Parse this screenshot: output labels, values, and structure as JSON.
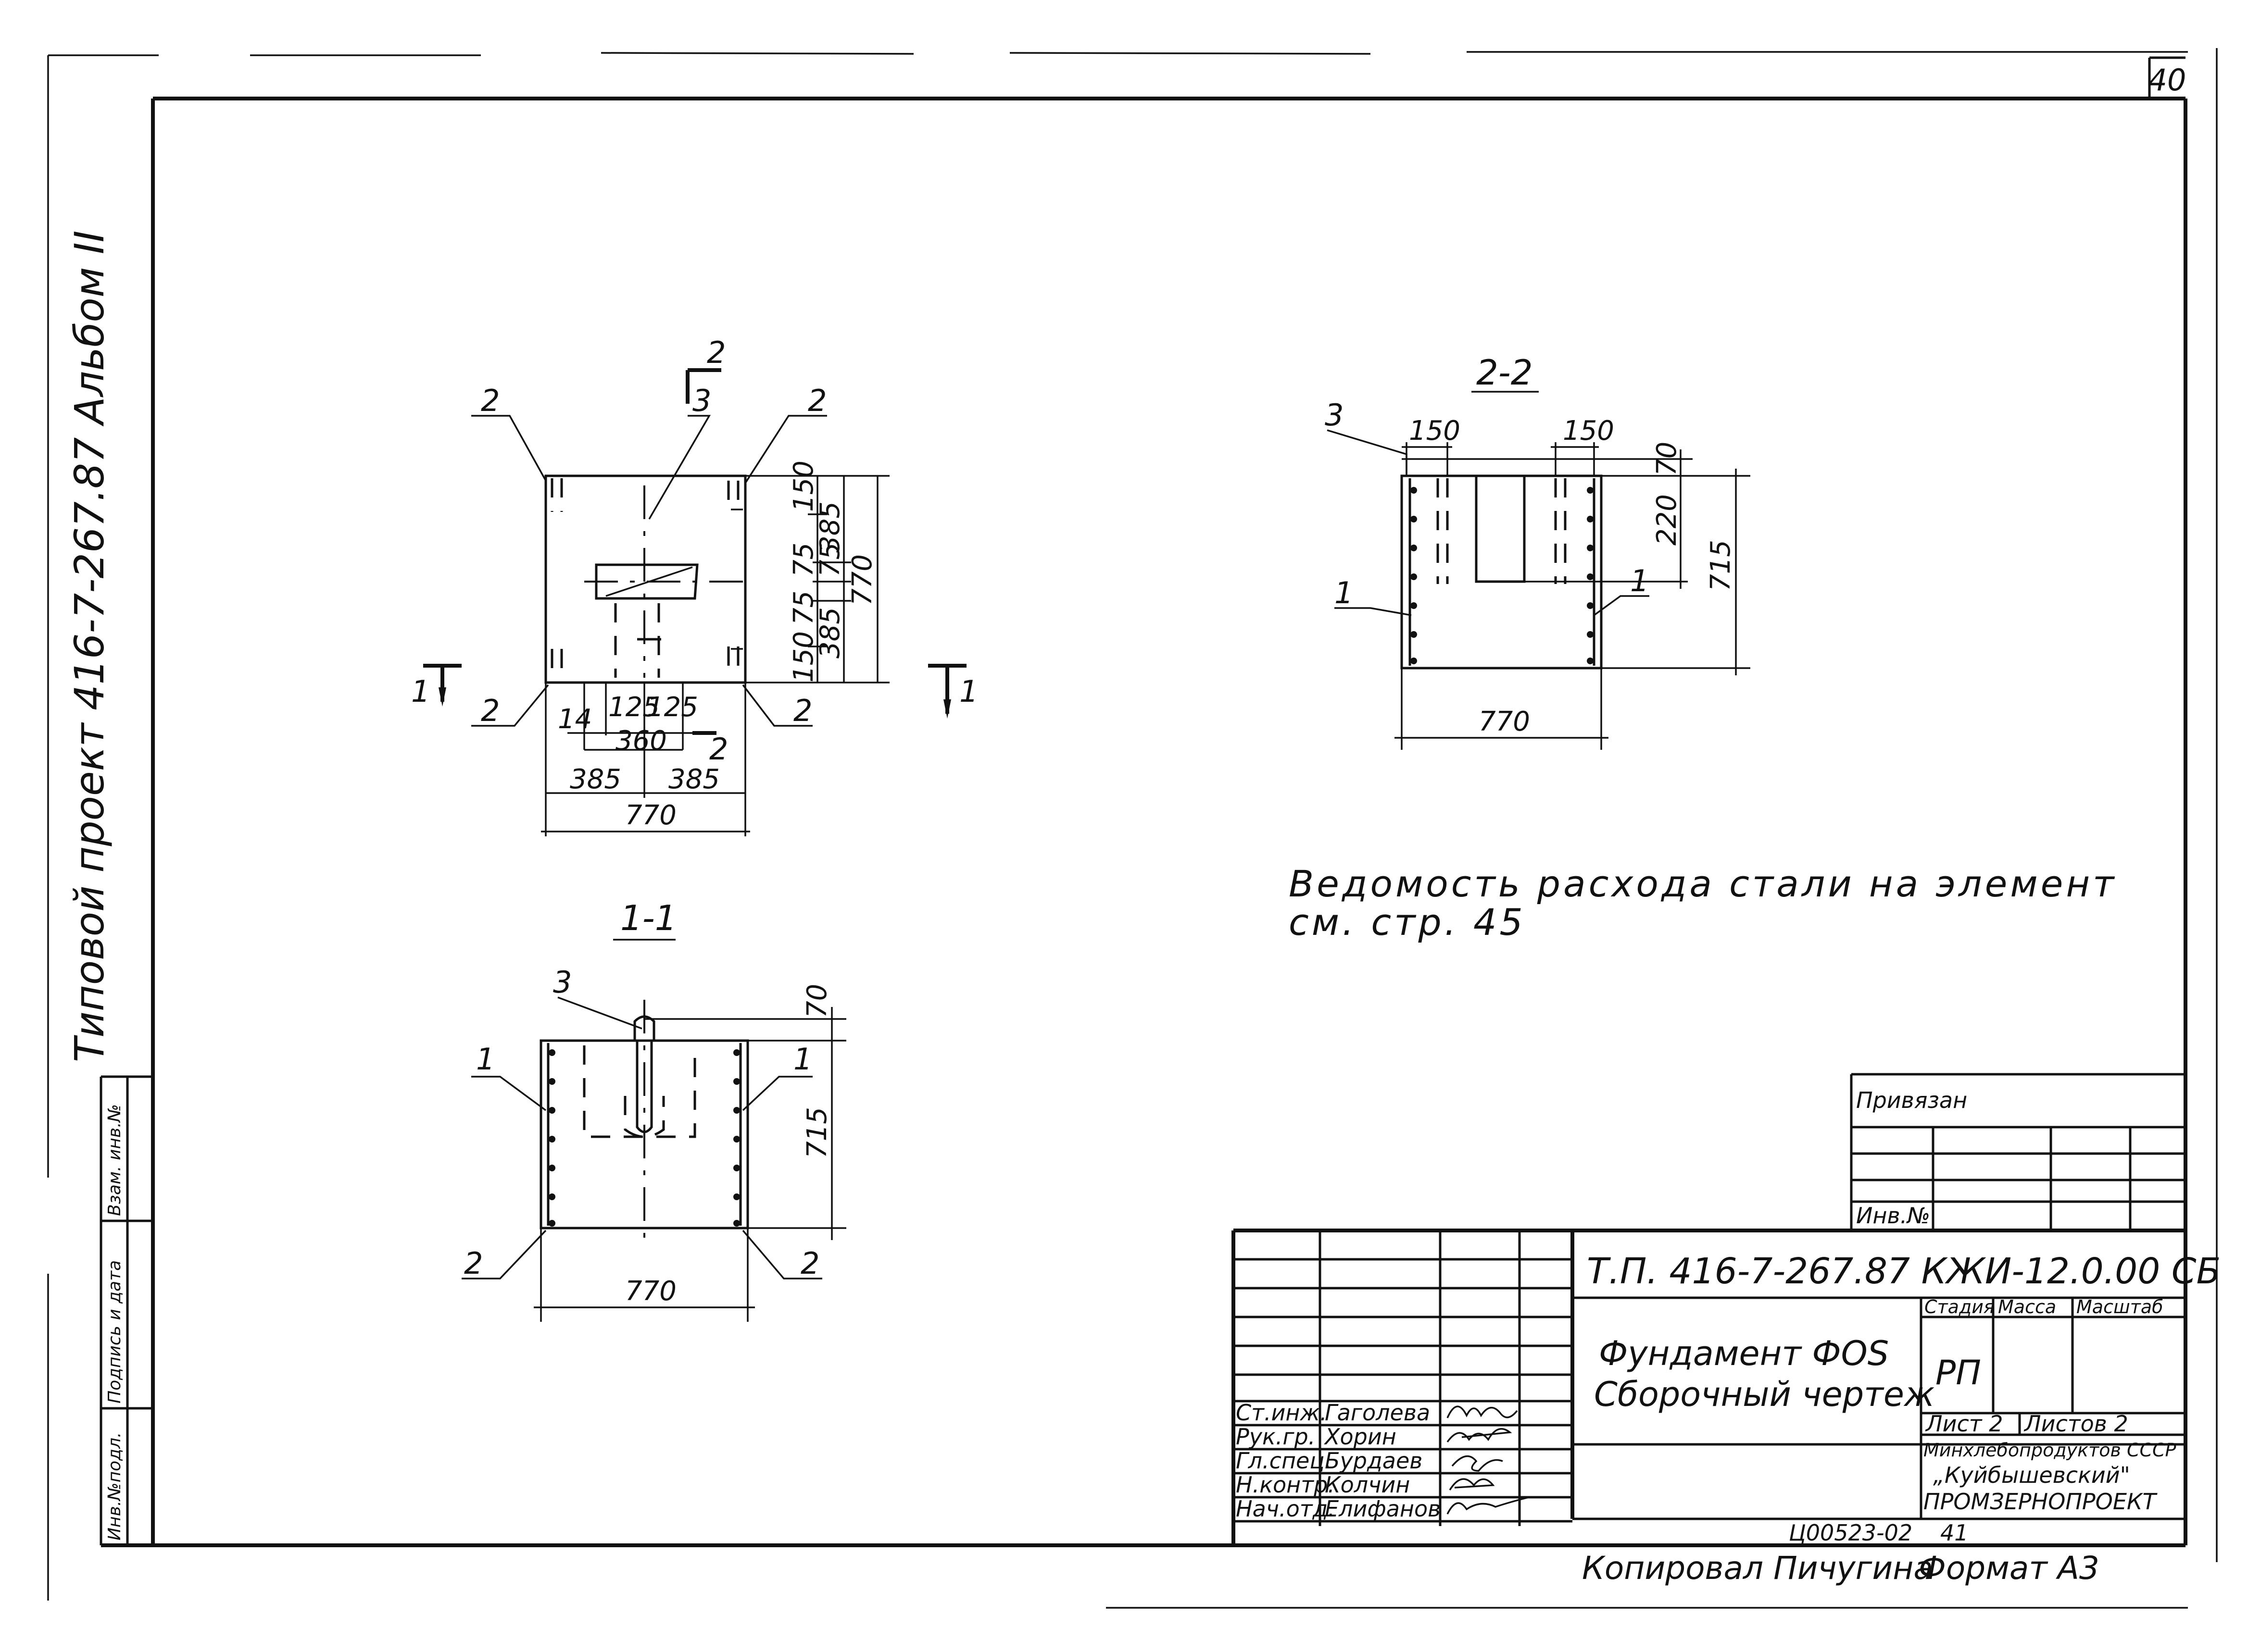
{
  "sheet": {
    "page_number": "40",
    "side_title": "Типовой проект 416-7-267.87 Альбом II",
    "left_strip_labels": [
      "Инв.№подл.",
      "Подпись и дата",
      "Взам. инв.№"
    ]
  },
  "views": {
    "plan": {
      "marks": {
        "m2_tl": "2",
        "m3": "3",
        "m2_tr": "2",
        "m2_bl": "2",
        "m2_br": "2",
        "m2_cut": "2",
        "cut1_left": "1",
        "cut1_right": "1",
        "cut2_top": "2"
      },
      "dims": {
        "d150_top": "150",
        "d385_top": "385",
        "d75a": "75",
        "d75b": "75",
        "d75c": "75",
        "d770_right": "770",
        "d385_bot": "385",
        "d150_bot": "150",
        "d14": "14",
        "d125a": "125",
        "d125b": "125",
        "d360": "360",
        "d385_left": "385",
        "d385_right": "385",
        "d770_bottom": "770"
      }
    },
    "section_1_1": {
      "label": "1-1",
      "marks": {
        "m3": "3",
        "m1_left": "1",
        "m1_right": "1",
        "m2_left": "2",
        "m2_right": "2"
      },
      "dims": {
        "d70": "70",
        "d715": "715",
        "d770": "770"
      }
    },
    "section_2_2": {
      "label": "2-2",
      "marks": {
        "m3": "3",
        "m1_left": "1",
        "m1_right": "1"
      },
      "dims": {
        "d150_left": "150",
        "d150_right": "150",
        "d70": "70",
        "d220": "220",
        "d715": "715",
        "d770": "770"
      }
    }
  },
  "note": {
    "line1": "Ведомость   расхода   стали   на   элемент",
    "line2": "см. стр. 45"
  },
  "stamp": {
    "privyazan": "Привязан",
    "inv_no": "Инв.№",
    "code": "Т.П.  416-7-267.87   КЖИ-12.0.00 СБ",
    "title_line1": "Фундамент ФОS",
    "title_line2": "Сборочный чертеж",
    "stage_header": "Стадия",
    "mass_header": "Масса",
    "scale_header": "Масштаб",
    "stage_value": "РП",
    "sheet_label": "Лист 2",
    "sheets_label": "Листов 2",
    "org_line1": "Минхлебопродуктов СССР",
    "org_line2": "„Куйбышевский\"",
    "org_line3": "ПРОМЗЕРНОПРОЕКТ",
    "people": [
      {
        "role": "Ст.инж.",
        "name": "Гаголева"
      },
      {
        "role": "Рук.гр.",
        "name": "Хорин"
      },
      {
        "role": "Гл.спец.",
        "name": "Бурдаев"
      },
      {
        "role": "Н.контр.",
        "name": "Колчин"
      },
      {
        "role": "Нач.отд.",
        "name": "Елифанов"
      }
    ]
  },
  "footer": {
    "number": "Ц00523-02",
    "sub": "41",
    "copied_by": "Копировал  Пичугина",
    "format": "Формат А3"
  }
}
